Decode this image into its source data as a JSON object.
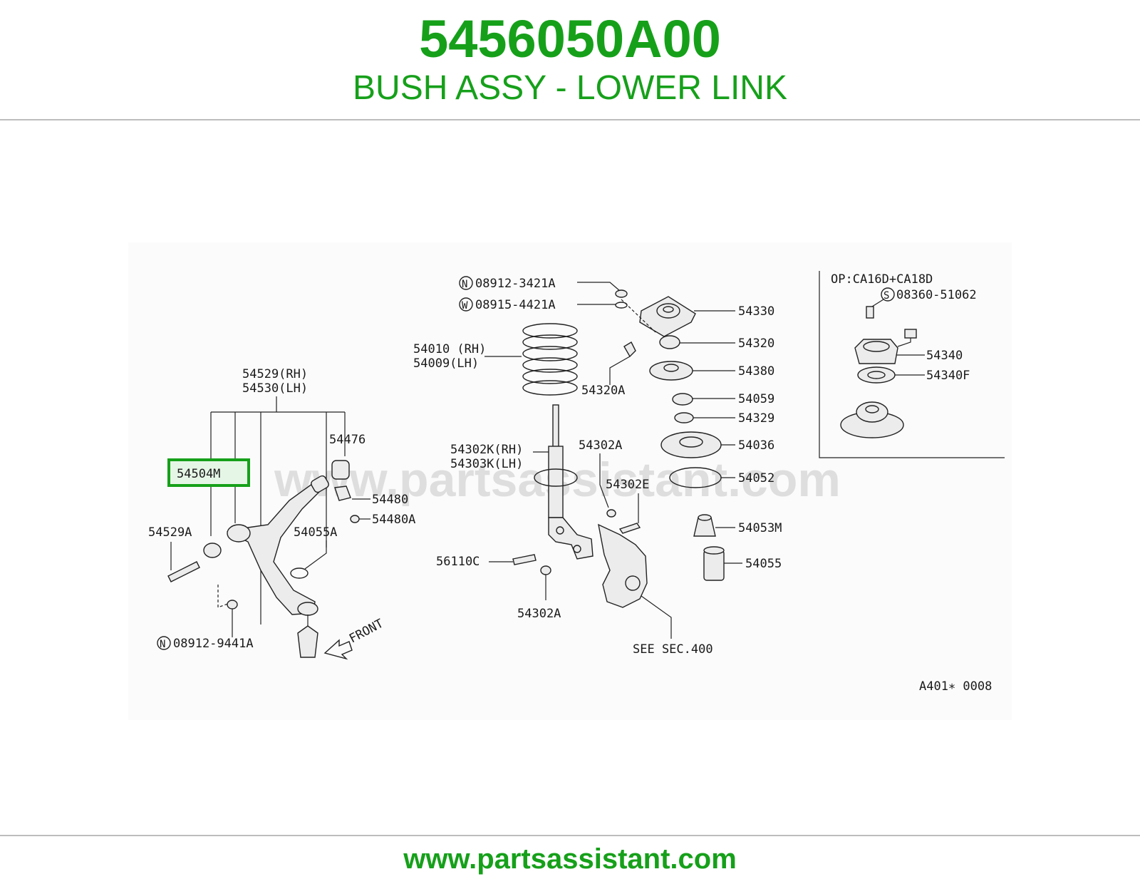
{
  "header": {
    "part_number": "5456050A00",
    "part_name": "BUSH ASSY - LOWER LINK"
  },
  "footer": {
    "url": "www.partsassistant.com"
  },
  "diagram": {
    "watermark": "www.partsassistant.com",
    "figure_code": "A401∗ 0008",
    "front_label": "FRONT",
    "highlight_color": "#16a01a",
    "highlighted_part": "54504M",
    "labels": {
      "p08912_3421A": "08912-3421A",
      "p08915_4421A": "08915-4421A",
      "p54330": "54330",
      "p54010": "54010 (RH)",
      "p54009": "54009(LH)",
      "p54320": "54320",
      "p54320A": "54320A",
      "p54380": "54380",
      "p54529": "54529(RH)",
      "p54530": "54530(LH)",
      "p54059": "54059",
      "p54329": "54329",
      "p54476": "54476",
      "p54302K": "54302K(RH)",
      "p54303K": "54303K(LH)",
      "p54302A_top": "54302A",
      "p54036": "54036",
      "p54504M": "54504M",
      "p54052": "54052",
      "p54302E": "54302E",
      "p54480": "54480",
      "p54480A": "54480A",
      "p54529A": "54529A",
      "p54055A": "54055A",
      "p54053M": "54053M",
      "p56110C": "56110C",
      "p54055": "54055",
      "p54302A_bottom": "54302A",
      "p08912_9441A": "08912-9441A",
      "see_sec": "SEE SEC.400",
      "op_note": "OP:CA16D+CA18D",
      "p08360_51062": "08360-51062",
      "p54340": "54340",
      "p54340F": "54340F"
    },
    "circle_markers": {
      "n1": "N",
      "w1": "W",
      "n2": "N",
      "s1": "S"
    }
  }
}
